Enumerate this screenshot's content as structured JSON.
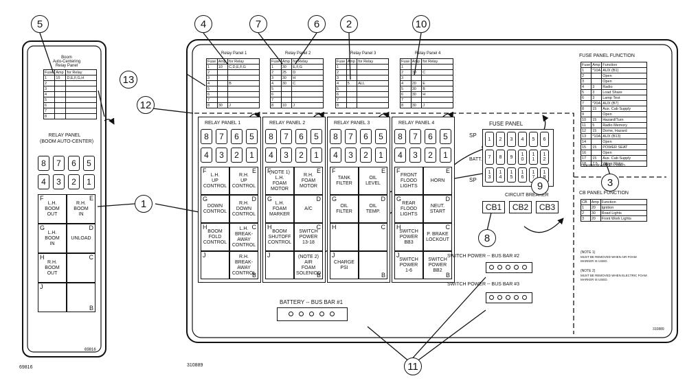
{
  "left_panel": {
    "table_title": "Boom\nAuto-Centering\nRelay Panel",
    "headers": [
      "Fuse",
      "Amp",
      "for Relay"
    ],
    "rows": [
      [
        "1",
        "15",
        "D,E,F,G,H"
      ],
      [
        "2",
        "",
        ""
      ],
      [
        "3",
        "",
        ""
      ],
      [
        "4",
        "",
        ""
      ],
      [
        "5",
        "",
        ""
      ],
      [
        "6",
        "",
        ""
      ],
      [
        "7",
        "",
        ""
      ],
      [
        "8",
        "",
        ""
      ]
    ],
    "relay_panel_label": "RELAY PANEL\n(BOOM AUTO-CENTER)",
    "fuses_top": [
      "8",
      "7",
      "6",
      "5"
    ],
    "fuses_bottom": [
      "4",
      "3",
      "2",
      "1"
    ],
    "relays": [
      {
        "l": "F",
        "r": "E",
        "lt": "L.H.\nBOOM\nOUT",
        "rt": "R.H.\nBOOM\nIN"
      },
      {
        "l": "G",
        "r": "D",
        "lt": "L.H.\nBOOM\nIN",
        "rt": "UNLOAD"
      },
      {
        "l": "H",
        "r": "C",
        "lt": "R.H.\nBOOM\nOUT",
        "rt": ""
      },
      {
        "l": "J",
        "r": "B",
        "lt": "",
        "rt": ""
      }
    ],
    "part_number": "69816"
  },
  "outer_label": "69816",
  "main_label": "310889",
  "main_inner_number": "310889",
  "fuse_tables": [
    {
      "title": "Relay Panel 1",
      "rows": [
        [
          "1",
          "10",
          "C,D,E,F,G"
        ],
        [
          "2",
          "",
          ""
        ],
        [
          "3",
          "",
          ""
        ],
        [
          "4",
          "",
          "B"
        ],
        [
          "5",
          "",
          ""
        ],
        [
          "6",
          "",
          ""
        ],
        [
          "7",
          "",
          ""
        ],
        [
          "8",
          "30",
          "J"
        ]
      ]
    },
    {
      "title": "Relay Panel 2",
      "rows": [
        [
          "1",
          "30",
          "E,F,G"
        ],
        [
          "2",
          "25",
          "D"
        ],
        [
          "3",
          "30",
          "H"
        ],
        [
          "4",
          "30",
          "C"
        ],
        [
          "5",
          "",
          ""
        ],
        [
          "6",
          "",
          ""
        ],
        [
          "7",
          "",
          ""
        ],
        [
          "8",
          "10",
          "J"
        ]
      ]
    },
    {
      "title": "Relay Panel 3",
      "rows": [
        [
          "1",
          "",
          ""
        ],
        [
          "2",
          "",
          ""
        ],
        [
          "3",
          "",
          ""
        ],
        [
          "4",
          "5",
          "ALL"
        ],
        [
          "5",
          "",
          ""
        ],
        [
          "6",
          "",
          ""
        ],
        [
          "7",
          "",
          ""
        ],
        [
          "8",
          "",
          ""
        ]
      ]
    },
    {
      "title": "Relay Panel 4",
      "rows": [
        [
          "1",
          "",
          ""
        ],
        [
          "2",
          "30",
          "C"
        ],
        [
          "3",
          "",
          ""
        ],
        [
          "4",
          "20",
          "E"
        ],
        [
          "5",
          "30",
          "B"
        ],
        [
          "6",
          "30",
          "H"
        ],
        [
          "7",
          "",
          ""
        ],
        [
          "8",
          "30",
          "J"
        ]
      ]
    }
  ],
  "fuse_table_headers": [
    "Fuse",
    "Amp",
    "for Relay"
  ],
  "relay_panels": [
    {
      "title": "RELAY PANEL 1",
      "relays": [
        {
          "l": "F",
          "r": "E",
          "lt": "L.H.\nUP\nCONTROL",
          "rt": "R.H.\nUP\nCONTROL"
        },
        {
          "l": "G",
          "r": "D",
          "lt": "DOWN\nCONTROL",
          "rt": "R.H.\nDOWN\nCONTROL"
        },
        {
          "l": "H",
          "r": "C",
          "lt": "BOOM\nFOLD\nCONTROL",
          "rt": "L.H.\nBREAK-\nAWAY\nCONTROL"
        },
        {
          "l": "J",
          "r": "B",
          "lt": "",
          "rt": "R.H.\nBREAK-\nAWAY\nCONTROL"
        }
      ]
    },
    {
      "title": "RELAY PANEL 2",
      "relays": [
        {
          "l": "F",
          "r": "E",
          "lt": "(NOTE 1)\nL.H.\nFOAM\nMOTOR",
          "rt": "R.H.\nFOAM\nMOTOR"
        },
        {
          "l": "G",
          "r": "D",
          "lt": "L.H.\nFOAM\nMARKER",
          "rt": "A/C"
        },
        {
          "l": "H",
          "r": "C",
          "lt": "BOOM\nSHUTOFF\nCONTROL",
          "rt": "SWITCH\nPOWER\n13-18"
        },
        {
          "l": "J",
          "r": "B",
          "lt": "",
          "rt": "(NOTE 2)\nAIR\nFOAM\nSOLENIOD"
        }
      ]
    },
    {
      "title": "RELAY PANEL 3",
      "relays": [
        {
          "l": "F",
          "r": "E",
          "lt": "TANK\nFILTER",
          "rt": "OIL\nLEVEL"
        },
        {
          "l": "G",
          "r": "D",
          "lt": "OIL\nFILTER",
          "rt": "OIL\nTEMP."
        },
        {
          "l": "H",
          "r": "C",
          "lt": "",
          "rt": ""
        },
        {
          "l": "J",
          "r": "B",
          "lt": "CHARGE\nPSI",
          "rt": ""
        }
      ]
    },
    {
      "title": "RELAY PANEL 4",
      "relays": [
        {
          "l": "F",
          "r": "E",
          "lt": "FRONT\nFLOOD\nLIGHTS",
          "rt": "HORN"
        },
        {
          "l": "G",
          "r": "D",
          "lt": "REAR\nFLOOD\nLIGHTS",
          "rt": "NEUT.\nSTART"
        },
        {
          "l": "H",
          "r": "C",
          "lt": "SWITCH\nPOWER\nBB3",
          "rt": "P. BRAKE\nLOCKOUT"
        },
        {
          "l": "J",
          "r": "B",
          "lt": "SWITCH\nPOWER\n1-6",
          "rt": "SWITCH\nPOWER\nBB2"
        }
      ]
    }
  ],
  "fuse_panel": {
    "title": "FUSE PANEL",
    "sp": "SP",
    "batt": "BATT.",
    "row1": [
      "1",
      "2",
      "3",
      "4",
      "5",
      "6"
    ],
    "row2": [
      "7",
      "8",
      "9",
      "1\n0",
      "1\n1",
      "1\n2"
    ],
    "row3": [
      "1\n3",
      "1\n4",
      "1\n5",
      "1\n6",
      "1\n7",
      "1\n8"
    ]
  },
  "circuit_breaker": {
    "title": "CIRCUIT BREAKER",
    "items": [
      "CB1",
      "CB2",
      "CB3"
    ]
  },
  "bus_bars": {
    "bb1": "BATTERY -- BUS BAR #1",
    "bb2": "SWITCH POWER -- BUS BAR #2",
    "bb3": "SWITCH POWER -- BUS BAR #3"
  },
  "fuse_function": {
    "title": "FUSE PANEL FUNCTION",
    "headers": [
      "Fuse",
      "Amp",
      "Function"
    ],
    "rows": [
      [
        "1",
        "*10A",
        "AUX (B1)"
      ],
      [
        "2",
        "",
        "Open"
      ],
      [
        "3",
        "",
        "Open"
      ],
      [
        "4",
        "3",
        "Radio"
      ],
      [
        "5",
        "3",
        "Load Share"
      ],
      [
        "6",
        "3",
        "Lamp Test"
      ],
      [
        "7",
        "*20A",
        "AUX (B7)"
      ],
      [
        "8",
        "15",
        "Aux. Cab Supply"
      ],
      [
        "9",
        "",
        "Open"
      ],
      [
        "10",
        "15",
        "Hazard/Turn"
      ],
      [
        "11",
        "5",
        "Radio Memory"
      ],
      [
        "12",
        "15",
        "Dome, Hazard"
      ],
      [
        "13",
        "*10A",
        "AUX (B13)"
      ],
      [
        "14",
        "",
        "Open"
      ],
      [
        "15",
        "15",
        "POWER SEAT"
      ],
      [
        "16",
        "",
        "Open"
      ],
      [
        "17",
        "15",
        "Aux. Cab Supply"
      ],
      [
        "18",
        "7.5",
        "Wiper Motor"
      ]
    ],
    "footnote": "* MAXIMUM AMP ALLOWED."
  },
  "cb_function": {
    "title": "CB PANEL FUNCTION",
    "headers": [
      "CB",
      "Amp",
      "Function"
    ],
    "rows": [
      [
        "1",
        "20",
        "Ignition"
      ],
      [
        "2",
        "30",
        "Road Lights"
      ],
      [
        "3",
        "20",
        "Front Work Lights"
      ]
    ]
  },
  "notes": {
    "n1_title": "(NOTE 1)",
    "n1_text": "MUST BE REMOVED WHEN AIR FOAM\nMARKER IS USED.",
    "n2_title": "(NOTE 2)",
    "n2_text": "MUST BE REMOVED WHEN ELECTRIC FOAM\nMARKER IS USED."
  },
  "callouts": [
    "1",
    "2",
    "3",
    "4",
    "5",
    "6",
    "7",
    "8",
    "9",
    "10",
    "11",
    "12",
    "13"
  ]
}
